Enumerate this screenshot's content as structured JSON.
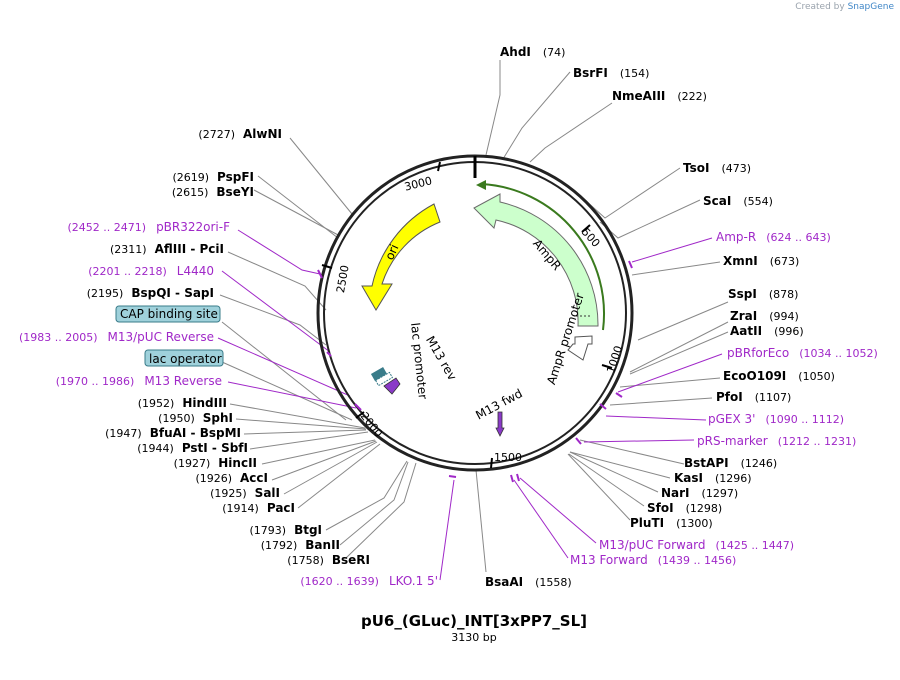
{
  "credit": {
    "prefix": "Created by",
    "brand": "SnapGene"
  },
  "plasmid": {
    "name": "pU6_(GLuc)_INT[3xPP7_SL]",
    "size_label": "3130 bp"
  },
  "colors": {
    "feature_purple": "#a028c8",
    "ori_yellow": "#ffff00",
    "ampr_green": "#ccffcc",
    "box_blue": "#9fd1db",
    "line_gray": "#888888"
  },
  "tick_labels": [
    "500",
    "1000",
    "1500",
    "2000",
    "2500",
    "3000"
  ],
  "enzymes": [
    {
      "name": "AhdI",
      "pos": "(74)"
    },
    {
      "name": "BsrFI",
      "pos": "(154)"
    },
    {
      "name": "NmeAIII",
      "pos": "(222)"
    },
    {
      "name": "TsoI",
      "pos": "(473)"
    },
    {
      "name": "ScaI",
      "pos": "(554)"
    },
    {
      "name": "XmnI",
      "pos": "(673)"
    },
    {
      "name": "SspI",
      "pos": "(878)"
    },
    {
      "name": "ZraI",
      "pos": "(994)"
    },
    {
      "name": "AatII",
      "pos": "(996)"
    },
    {
      "name": "EcoO109I",
      "pos": "(1050)"
    },
    {
      "name": "PfoI",
      "pos": "(1107)"
    },
    {
      "name": "BstAPI",
      "pos": "(1246)"
    },
    {
      "name": "KasI",
      "pos": "(1296)"
    },
    {
      "name": "NarI",
      "pos": "(1297)"
    },
    {
      "name": "SfoI",
      "pos": "(1298)"
    },
    {
      "name": "PluTI",
      "pos": "(1300)"
    },
    {
      "name": "BsaAI",
      "pos": "(1558)"
    },
    {
      "name": "BseRI",
      "pos": "(1758)"
    },
    {
      "name": "BanII",
      "pos": "(1792)"
    },
    {
      "name": "BtgI",
      "pos": "(1793)"
    },
    {
      "name": "PacI",
      "pos": "(1914)"
    },
    {
      "name": "SalI",
      "pos": "(1925)"
    },
    {
      "name": "AccI",
      "pos": "(1926)"
    },
    {
      "name": "HincII",
      "pos": "(1927)"
    },
    {
      "name": "PstI - SbfI",
      "pos": "(1944)"
    },
    {
      "name": "BfuAI - BspMI",
      "pos": "(1947)"
    },
    {
      "name": "SphI",
      "pos": "(1950)"
    },
    {
      "name": "HindIII",
      "pos": "(1952)"
    },
    {
      "name": "BspQI - SapI",
      "pos": "(2195)"
    },
    {
      "name": "AflIII - PciI",
      "pos": "(2311)"
    },
    {
      "name": "BseYI",
      "pos": "(2615)"
    },
    {
      "name": "PspFI",
      "pos": "(2619)"
    },
    {
      "name": "AlwNI",
      "pos": "(2727)"
    }
  ],
  "primers": [
    {
      "name": "Amp-R",
      "range": "(624 .. 643)"
    },
    {
      "name": "pBRforEco",
      "range": "(1034 .. 1052)"
    },
    {
      "name": "pGEX 3'",
      "range": "(1090 .. 1112)"
    },
    {
      "name": "pRS-marker",
      "range": "(1212 .. 1231)"
    },
    {
      "name": "M13/pUC Forward",
      "range": "(1425 .. 1447)"
    },
    {
      "name": "M13 Forward",
      "range": "(1439 .. 1456)"
    },
    {
      "name": "LKO.1 5'",
      "range": "(1620 .. 1639)"
    },
    {
      "name": "M13 Reverse",
      "range": "(1970 .. 1986)"
    },
    {
      "name": "M13/pUC Reverse",
      "range": "(1983 .. 2005)"
    },
    {
      "name": "L4440",
      "range": "(2201 .. 2218)"
    },
    {
      "name": "pBR322ori-F",
      "range": "(2452 .. 2471)"
    }
  ],
  "boxed_features": [
    "CAP binding site",
    "lac operator"
  ],
  "features": {
    "ori": "ori",
    "ampr": "AmpR",
    "ampr_promoter": "AmpR promoter",
    "lac_promoter": "lac promoter",
    "m13_rev": "M13 rev",
    "m13_fwd": "M13 fwd"
  }
}
